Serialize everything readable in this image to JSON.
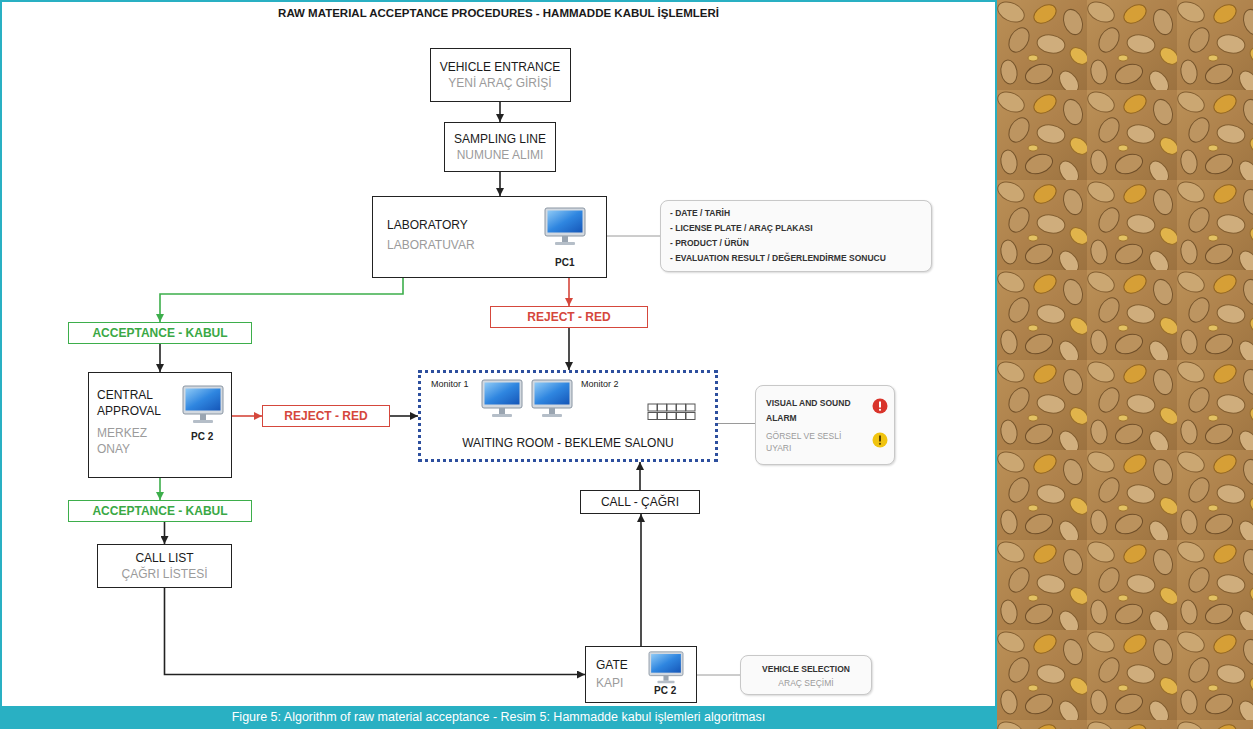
{
  "diagram": {
    "title": "RAW MATERIAL ACCEPTANCE PROCEDURES - HAMMADDE KABUL İŞLEMLERİ",
    "caption": "Figure 5: Algorithm of raw material acceptance - Resim 5: Hammadde kabul işlemleri algoritması",
    "nodes": [
      {
        "text": [
          "VEHICLE ENTRANCE",
          "YENİ ARAÇ GİRİŞİ"
        ]
      },
      {
        "text": [
          "SAMPLING LINE",
          "NUMUNE ALIMI"
        ]
      },
      {
        "text": [
          "LABORATORY",
          "LABORATUVAR",
          "PC1"
        ]
      },
      {
        "text": [
          "- DATE / TARİH",
          "- LICENSE PLATE / ARAÇ PLAKASI",
          "- PRODUCT / ÜRÜN",
          "- EVALUATION RESULT / DEĞERLENDİRME SONUCU"
        ]
      },
      {
        "text": [
          "ACCEPTANCE - KABUL"
        ]
      },
      {
        "text": [
          "REJECT - RED"
        ]
      },
      {
        "text": [
          "CENTRAL APPROVAL",
          "MERKEZ ONAY",
          "PC 2"
        ]
      },
      {
        "text": [
          "REJECT - RED"
        ]
      },
      {
        "text": [
          "Monitor 1",
          "Monitor 2",
          "WAITING ROOM - BEKLEME SALONU"
        ]
      },
      {
        "text": [
          "VISUAL AND SOUND ALARM",
          "GÖRSEL VE SESLİ UYARI"
        ]
      },
      {
        "text": [
          "ACCEPTANCE - KABUL"
        ]
      },
      {
        "text": [
          "CALL - ÇAĞRI"
        ]
      },
      {
        "text": [
          "CALL LIST",
          "ÇAĞRI LİSTESİ"
        ]
      },
      {
        "text": [
          "GATE",
          "KAPI",
          "PC 2"
        ]
      },
      {
        "text": [
          "VEHICLE SELECTION",
          "ARAÇ SEÇİMİ"
        ]
      }
    ],
    "edges": [
      {
        "from": 0,
        "to": 1,
        "arrow": "to"
      },
      {
        "from": 1,
        "to": 2,
        "arrow": "to"
      },
      {
        "from": 2,
        "to": 3,
        "arrow": "none"
      },
      {
        "from": 2,
        "to": 4,
        "arrow": "to"
      },
      {
        "from": 2,
        "to": 5,
        "arrow": "to"
      },
      {
        "from": 5,
        "to": 8,
        "arrow": "to"
      },
      {
        "from": 4,
        "to": 6,
        "arrow": "to"
      },
      {
        "from": 6,
        "to": 7,
        "arrow": "to"
      },
      {
        "from": 7,
        "to": 8,
        "arrow": "to"
      },
      {
        "from": 8,
        "to": 9,
        "arrow": "none"
      },
      {
        "from": 6,
        "to": 10,
        "arrow": "to"
      },
      {
        "from": 10,
        "to": 12,
        "arrow": "to"
      },
      {
        "from": 12,
        "to": 13,
        "arrow": "to"
      },
      {
        "from": 13,
        "to": 11,
        "arrow": "to"
      },
      {
        "from": 11,
        "to": 8,
        "arrow": "to"
      },
      {
        "from": 13,
        "to": 14,
        "arrow": "none"
      }
    ]
  }
}
